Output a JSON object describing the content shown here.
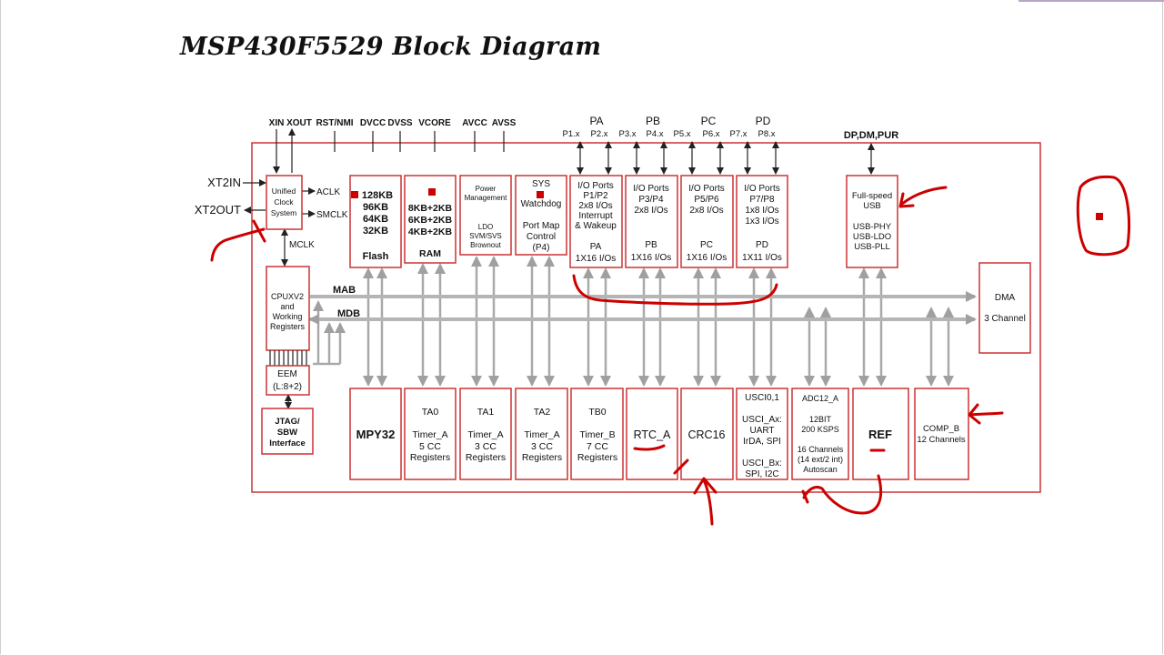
{
  "title": "MSP430F5529 Block Diagram",
  "pins": {
    "xin": "XIN",
    "xout": "XOUT",
    "rst": "RST/NMI",
    "dvcc": "DVCC",
    "dvss": "DVSS",
    "vcore": "VCORE",
    "avcc": "AVCC",
    "avss": "AVSS",
    "usb": "DP,DM,PUR",
    "xt2in": "XT2IN",
    "xt2out": "XT2OUT"
  },
  "ports_header": {
    "pa": "PA",
    "pb": "PB",
    "pc": "PC",
    "pd": "PD",
    "p1": "P1.x",
    "p2": "P2.x",
    "p3": "P3.x",
    "p4": "P4.x",
    "p5": "P5.x",
    "p6": "P6.x",
    "p7": "P7.x",
    "p8": "P8.x"
  },
  "signals": {
    "aclk": "ACLK",
    "smclk": "SMCLK",
    "mclk": "MCLK",
    "mab": "MAB",
    "mdb": "MDB"
  },
  "blocks": {
    "ucs": [
      "Unified",
      "Clock",
      "System"
    ],
    "flash": [
      "128KB",
      "96KB",
      "64KB",
      "32KB",
      "Flash"
    ],
    "ram": [
      "8KB+2KB",
      "6KB+2KB",
      "4KB+2KB",
      "RAM"
    ],
    "pmm": [
      "Power",
      "Management",
      "LDO",
      "SVM/SVS",
      "Brownout"
    ],
    "sys": [
      "SYS",
      "Watchdog",
      "Port Map",
      "Control",
      "(P4)"
    ],
    "pa": [
      "I/O Ports",
      "P1/P2",
      "2x8 I/Os",
      "Interrupt",
      "& Wakeup",
      "PA",
      "1X16 I/Os"
    ],
    "pb": [
      "I/O Ports",
      "P3/P4",
      "2x8 I/Os",
      "PB",
      "1X16 I/Os"
    ],
    "pc": [
      "I/O Ports",
      "P5/P6",
      "2x8 I/Os",
      "PC",
      "1X16 I/Os"
    ],
    "pd": [
      "I/O Ports",
      "P7/P8",
      "1x8 I/Os",
      "1x3 I/Os",
      "PD",
      "1X11 I/Os"
    ],
    "usb": [
      "Full-speed",
      "USB",
      "USB-PHY",
      "USB-LDO",
      "USB-PLL"
    ],
    "cpu": [
      "CPUXV2",
      "and",
      "Working",
      "Registers"
    ],
    "eem": [
      "EEM",
      "(L:8+2)"
    ],
    "jtag": [
      "JTAG/",
      "SBW",
      "Interface"
    ],
    "dma": [
      "DMA",
      "3 Channel"
    ],
    "mpy": [
      "MPY32"
    ],
    "ta0": [
      "TA0",
      "Timer_A",
      "5 CC",
      "Registers"
    ],
    "ta1": [
      "TA1",
      "Timer_A",
      "3 CC",
      "Registers"
    ],
    "ta2": [
      "TA2",
      "Timer_A",
      "3 CC",
      "Registers"
    ],
    "tb0": [
      "TB0",
      "Timer_B",
      "7 CC",
      "Registers"
    ],
    "rtc": [
      "RTC_A"
    ],
    "crc": [
      "CRC16"
    ],
    "usci": [
      "USCI0,1",
      "USCI_Ax:",
      "UART",
      "IrDA, SPI",
      "USCI_Bx:",
      "SPI, I2C"
    ],
    "adc": [
      "ADC12_A",
      "12BIT",
      "200 KSPS",
      "16 Channels",
      "(14 ext/2 int)",
      "Autoscan"
    ],
    "ref": [
      "REF"
    ],
    "comp": [
      "COMP_B",
      "12 Channels"
    ]
  },
  "colors": {
    "block_border": "#cc3333",
    "annotation_ink": "#cc0000",
    "bus": "#b5b5b5"
  }
}
